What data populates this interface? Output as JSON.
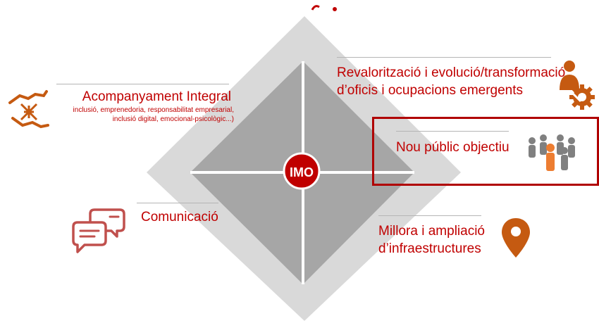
{
  "colors": {
    "accent": "#c00000",
    "highlight_border": "#b00000",
    "icon_orange": "#c55a11",
    "icon_rose": "#c0504d",
    "outer_diamond": "#d9d9d9",
    "inner_diamond": "#a6a6a6",
    "axis": "#ffffff",
    "rule": "#b5b5b5"
  },
  "center": {
    "label": "IMO"
  },
  "sections": {
    "acompanyament": {
      "title": "Acompanyament Integral",
      "subtitle_line1": "inclusió, emprenedoria, responsabilitat empresarial,",
      "subtitle_line2": "inclusió digital, emocional-psicològic...)"
    },
    "revaloritzacio": {
      "line1": "Revalorització i evolució/transformació",
      "line2": "d’oficis i ocupacions emergents"
    },
    "nou_public": {
      "title": "Nou públic objectiu"
    },
    "comunicacio": {
      "title": "Comunicació"
    },
    "millora": {
      "line1": "Millora i ampliació",
      "line2": "d’infraestructures"
    }
  },
  "icons": {
    "acompanyament": "hands-handshake-icon",
    "revaloritzacio": "worker-gear-icon",
    "nou_public": "people-group-icon",
    "comunicacio": "chat-bubbles-icon",
    "millora": "location-pin-icon"
  }
}
